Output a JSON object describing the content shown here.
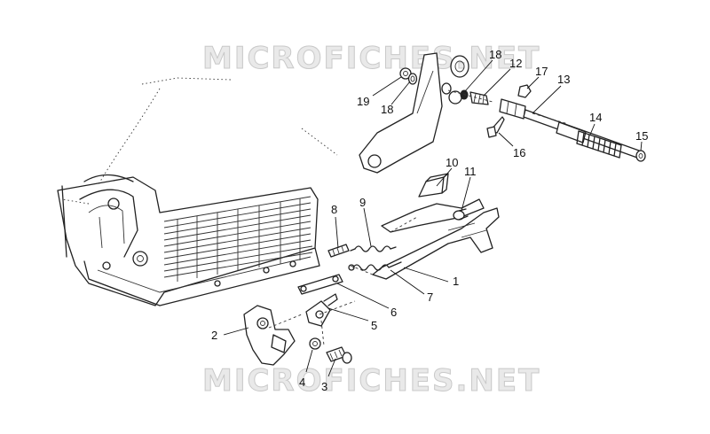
{
  "watermark": {
    "top": "MICROFICHES.NET",
    "bottom": "MICROFICHES.NET"
  },
  "callouts": {
    "c1": "1",
    "c2": "2",
    "c3": "3",
    "c4": "4",
    "c5": "5",
    "c6": "6",
    "c7": "7",
    "c8": "8",
    "c9": "9",
    "c10": "10",
    "c11": "11",
    "c12": "12",
    "c13": "13",
    "c14": "14",
    "c15": "15",
    "c16": "16",
    "c17": "17",
    "c18a": "18",
    "c18b": "18",
    "c19": "19"
  }
}
